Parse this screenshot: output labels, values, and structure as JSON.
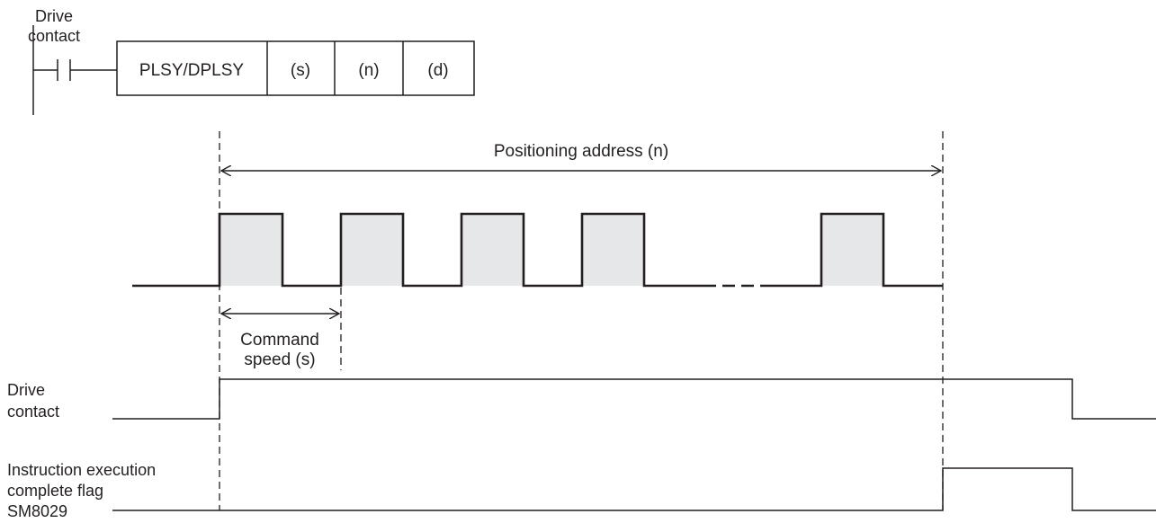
{
  "ladder": {
    "contact_label_line1": "Drive",
    "contact_label_line2": "contact",
    "instruction": "PLSY/DPLSY",
    "operand_s": "(s)",
    "operand_n": "(n)",
    "operand_d": "(d)"
  },
  "timing": {
    "positioning_label": "Positioning address (n)",
    "command_speed_line1": "Command",
    "command_speed_line2": "speed (s)",
    "pulse_fill_color": "#e6e7e8",
    "line_color": "#231f20"
  },
  "signals": {
    "drive_line1": "Drive",
    "drive_line2": "contact",
    "flag_line1": "Instruction execution",
    "flag_line2": "complete flag",
    "flag_line3": "SM8029"
  }
}
